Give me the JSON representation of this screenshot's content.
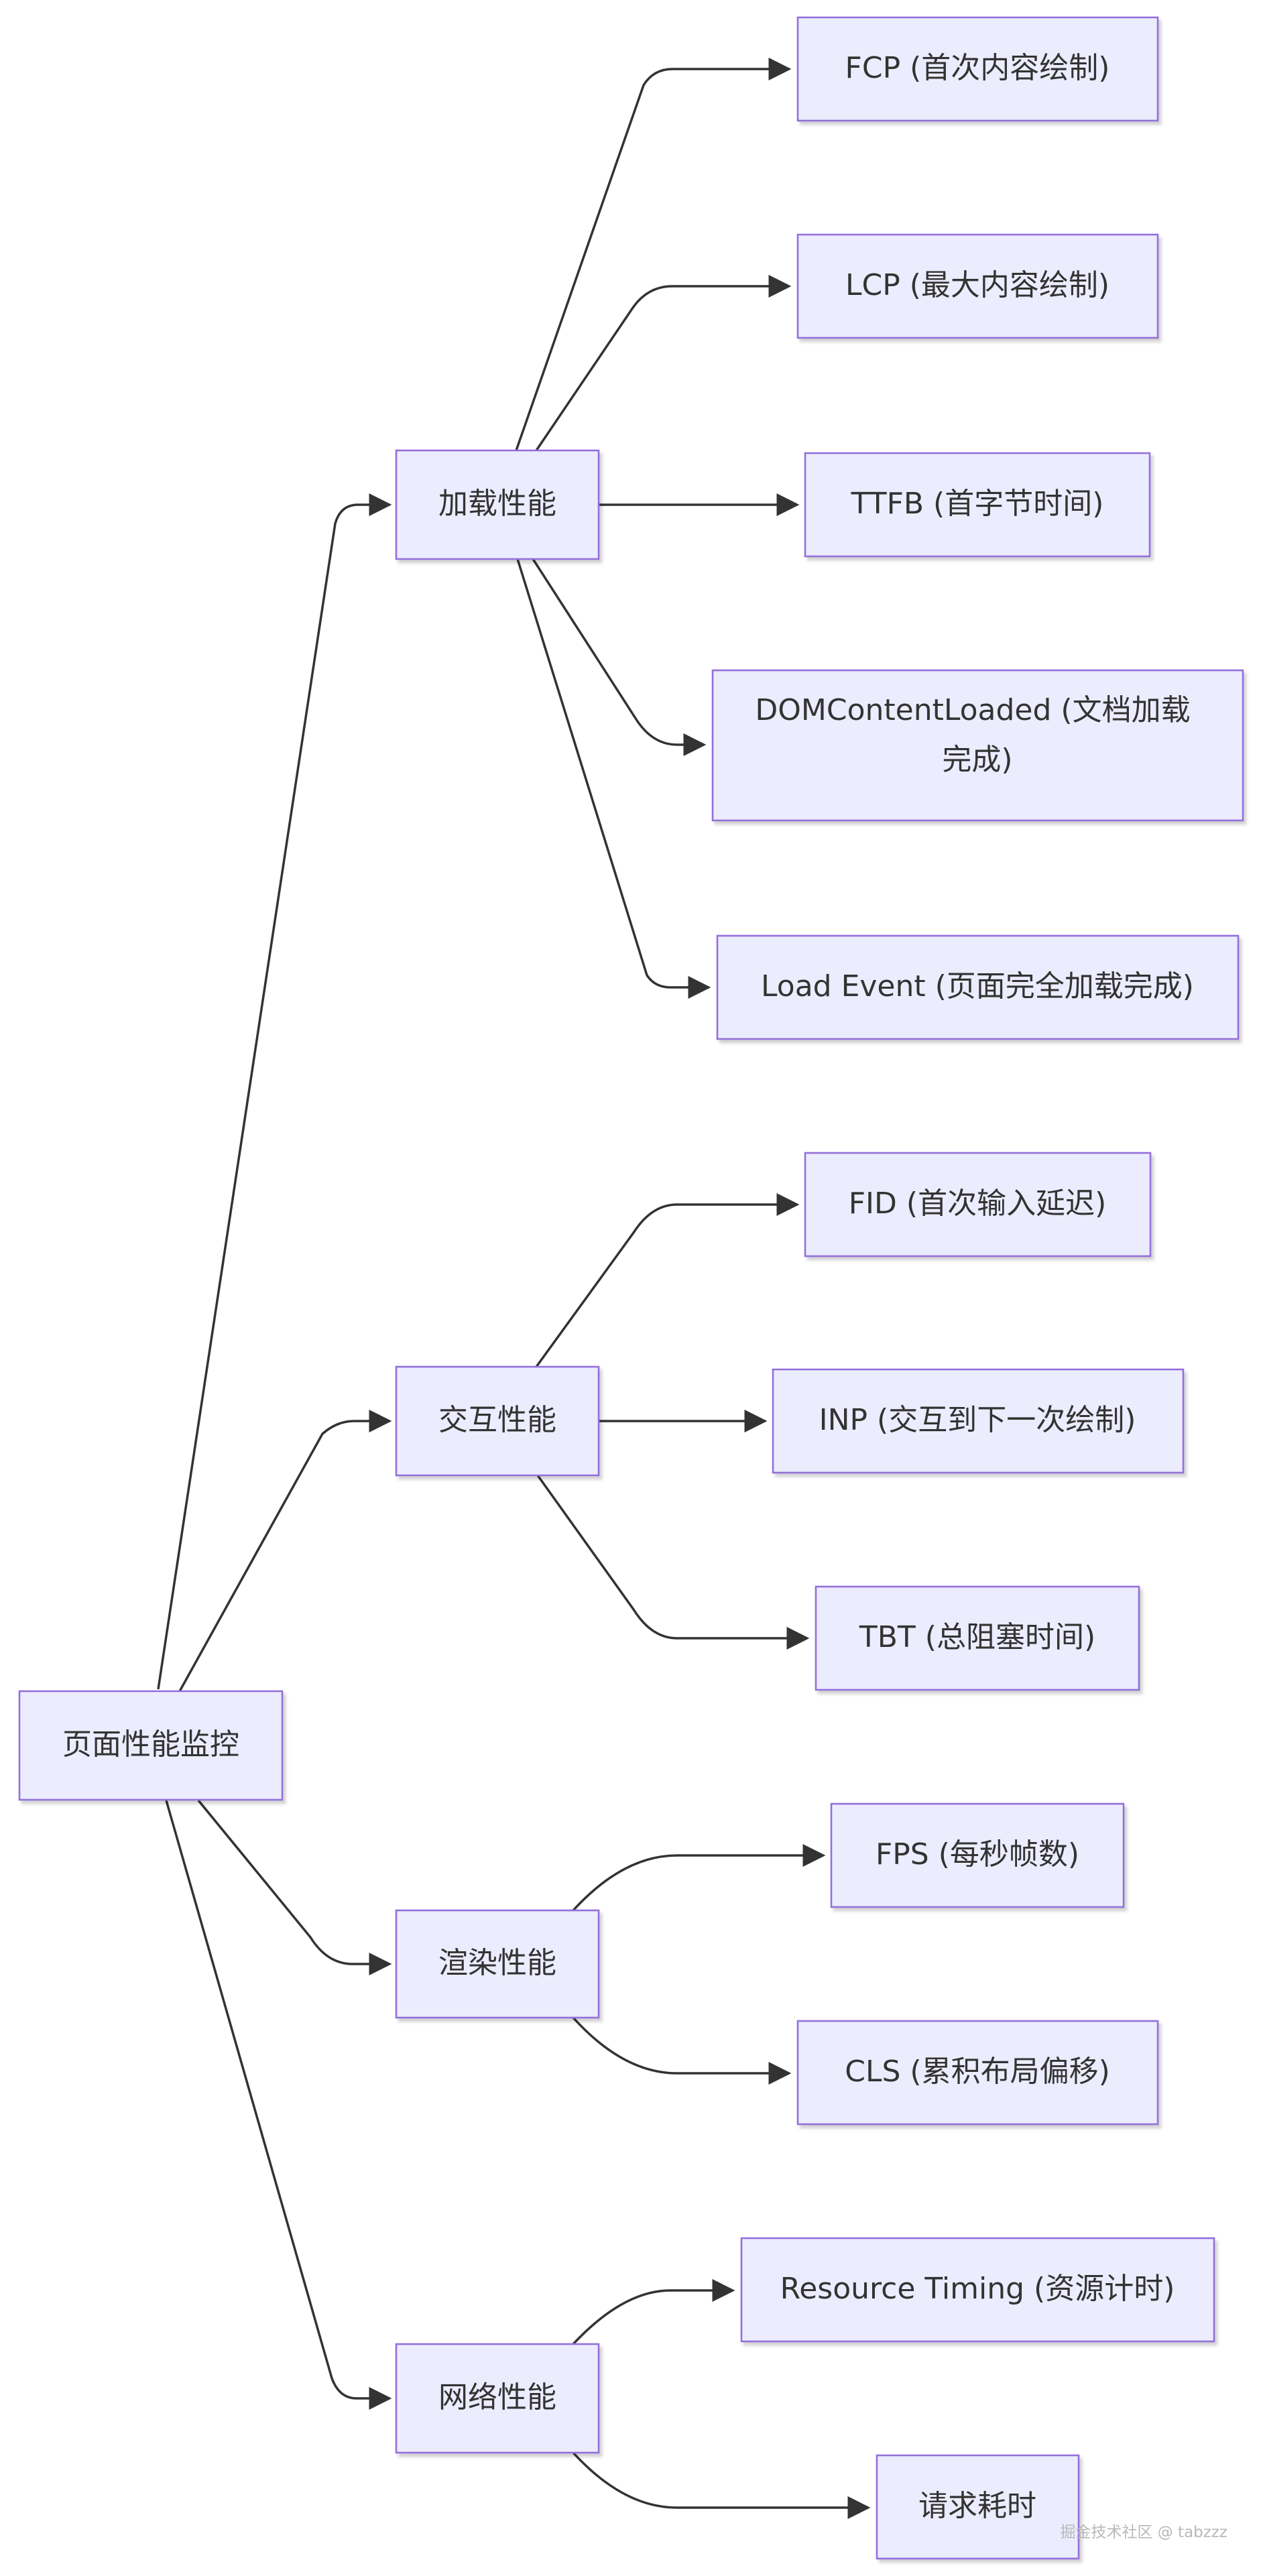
{
  "diagram": {
    "type": "mindmap-flowchart",
    "root": {
      "id": "root",
      "label": "页面性能监控"
    },
    "categories": [
      {
        "id": "load",
        "label": "加载性能",
        "children": [
          {
            "id": "fcp",
            "label": "FCP (首次内容绘制)"
          },
          {
            "id": "lcp",
            "label": "LCP (最大内容绘制)"
          },
          {
            "id": "ttfb",
            "label": "TTFB (首字节时间)"
          },
          {
            "id": "dcl",
            "label": "DOMContentLoaded (文档加载完成)",
            "label_lines": [
              "DOMContentLoaded (文档加载",
              "完成)"
            ]
          },
          {
            "id": "load-event",
            "label": "Load Event (页面完全加载完成)"
          }
        ]
      },
      {
        "id": "interaction",
        "label": "交互性能",
        "children": [
          {
            "id": "fid",
            "label": "FID (首次输入延迟)"
          },
          {
            "id": "inp",
            "label": "INP (交互到下一次绘制)"
          },
          {
            "id": "tbt",
            "label": "TBT (总阻塞时间)"
          }
        ]
      },
      {
        "id": "render",
        "label": "渲染性能",
        "children": [
          {
            "id": "fps",
            "label": "FPS (每秒帧数)"
          },
          {
            "id": "cls",
            "label": "CLS (累积布局偏移)"
          }
        ]
      },
      {
        "id": "network",
        "label": "网络性能",
        "children": [
          {
            "id": "resource-timing",
            "label": "Resource Timing (资源计时)"
          },
          {
            "id": "request-time",
            "label": "请求耗时"
          }
        ]
      }
    ]
  },
  "colors": {
    "node_fill": "#ECECFF",
    "node_stroke": "#9370DB",
    "edge": "#333333",
    "text": "#333333"
  },
  "watermark": "掘金技术社区 @ tabzzz"
}
